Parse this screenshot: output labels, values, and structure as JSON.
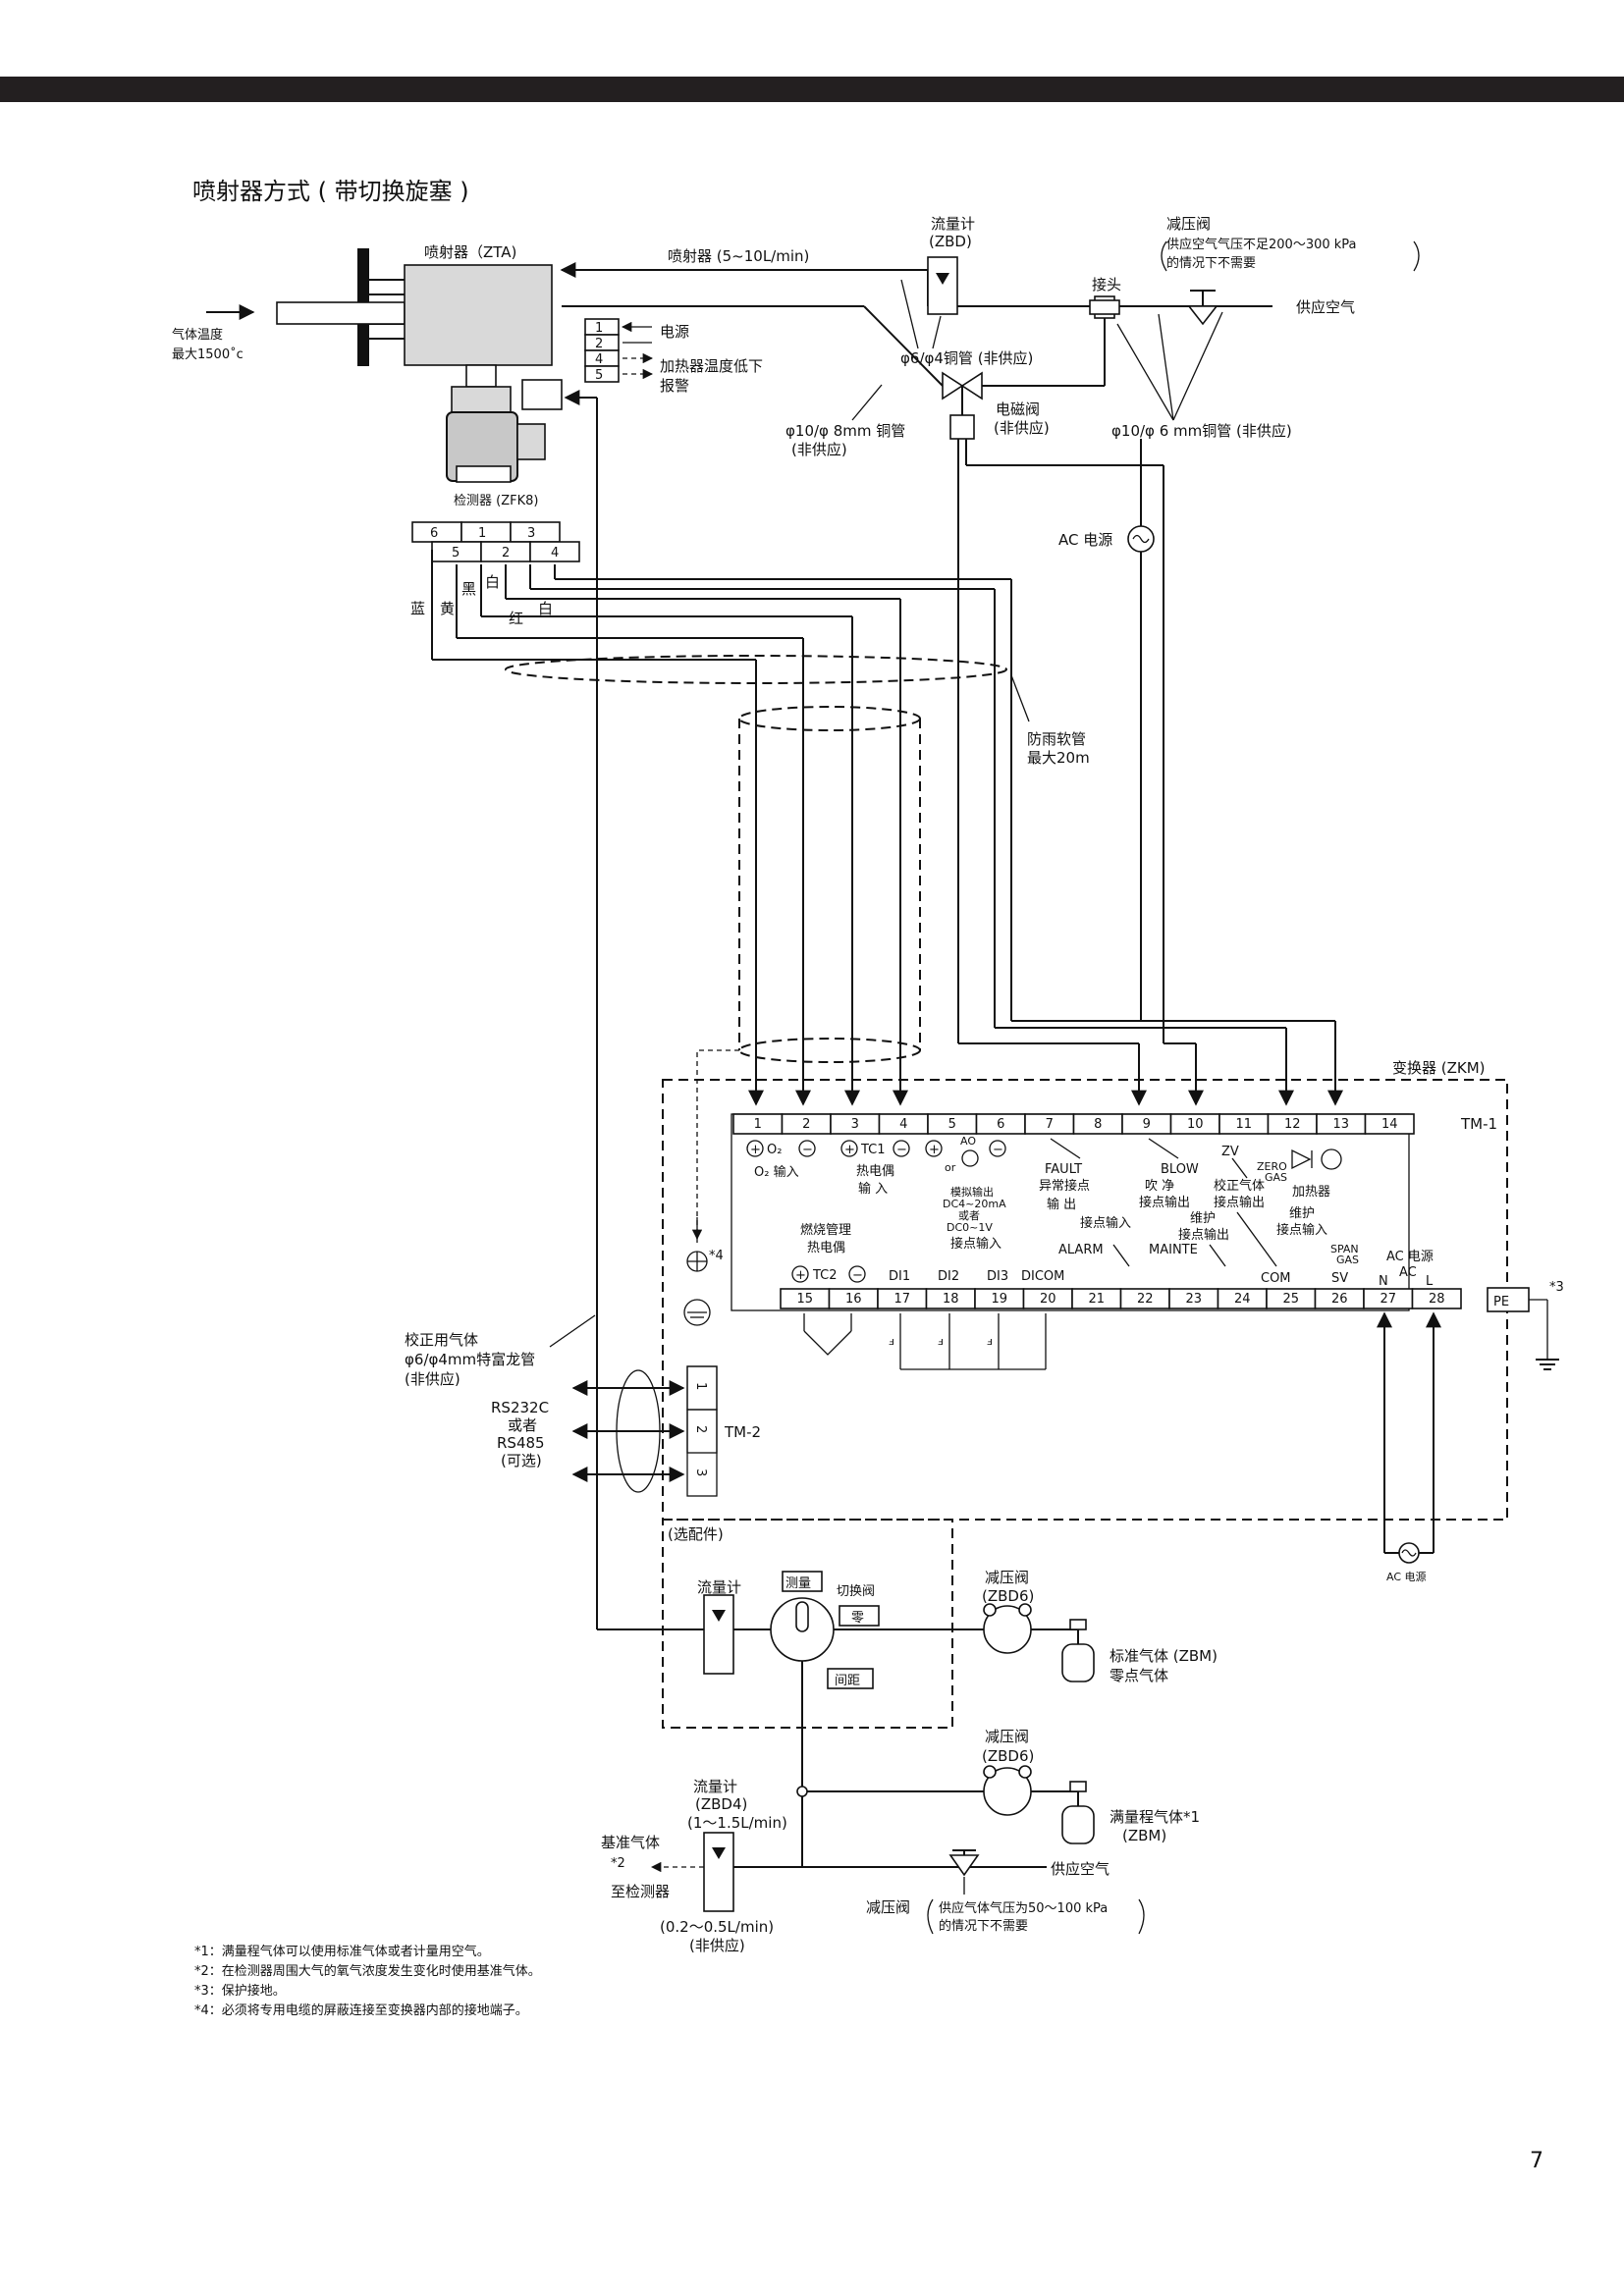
{
  "page": {
    "title": "喷射器方式 ( 带切换旋塞 )",
    "page_number": "7"
  },
  "injector": {
    "label": "喷射器（ZTA)",
    "gas_temp": [
      "气体温度",
      "最大1500˚c"
    ],
    "flow": "喷射器 (5~10L/min)"
  },
  "injector_terminals": {
    "pins": [
      "1",
      "2",
      "4",
      "5"
    ],
    "power": "电源",
    "heater_alarm": [
      "加热器温度低下",
      "报警"
    ]
  },
  "flowmeter_zbd": {
    "label": [
      "流量计",
      "(ZBD)"
    ]
  },
  "reducing_valve_top": {
    "label": [
      "减压阀",
      "供应空气气压不足200～300 kPa",
      "的情况下不需要"
    ]
  },
  "joint": "接头",
  "supply_air": "供应空气",
  "pipes": {
    "p6_4": "φ6/φ4铜管 (非供应)",
    "p10_8": [
      "φ10/φ 8mm 铜管",
      "(非供应)"
    ],
    "p10_6": "φ10/φ 6 mm铜管 (非供应)"
  },
  "solenoid_valve": [
    "电磁阀",
    "(非供应)"
  ],
  "detector": {
    "label": "检测器 (ZFK8)",
    "top_pins": [
      "6",
      "1",
      "3"
    ],
    "bottom_pins": [
      "5",
      "2",
      "4"
    ],
    "wires": {
      "blue": "蓝",
      "yellow": "黄",
      "black": "黑",
      "red": "红",
      "white1": "白",
      "white2": "白"
    }
  },
  "ac_power_top": "AC 电源",
  "hose": [
    "防雨软管",
    "最大20m"
  ],
  "converter": {
    "label": "变换器 (ZKM)",
    "tm1": "TM-1",
    "tm2": "TM-2",
    "option": "(选配件)",
    "pe": "PE",
    "note3": "*3",
    "note4": "*4"
  },
  "tm1_top": [
    "1",
    "2",
    "3",
    "4",
    "5",
    "6",
    "7",
    "8",
    "9",
    "10",
    "11",
    "12",
    "13",
    "14"
  ],
  "tm1_bottom": [
    "15",
    "16",
    "17",
    "18",
    "19",
    "20",
    "21",
    "22",
    "23",
    "24",
    "25",
    "26",
    "27",
    "28"
  ],
  "tm1_labels": {
    "o2_sym": "O₂",
    "o2_in": "O₂ 输入",
    "tc1": "TC1",
    "tc1_in": [
      "热电偶",
      "输 入"
    ],
    "ao": "AO",
    "ao_or": "or",
    "analog": [
      "模拟输出",
      "DC4~20mA",
      "或者",
      "DC0~1V"
    ],
    "contact_in": "接点输入",
    "fault": "FAULT",
    "fault_out": [
      "异常接点",
      "输 出"
    ],
    "blow": "BLOW",
    "blow_out": [
      "吹 净",
      "接点输出"
    ],
    "zv": "ZV",
    "cal_gas": [
      "校正气体",
      "接点输出"
    ],
    "zero_gas": [
      "ZERO",
      "GAS"
    ],
    "heater": "加热器",
    "maint": [
      "维护",
      "接点输出"
    ],
    "maint2": [
      "维护",
      "接点输入"
    ],
    "flue": [
      "燃烧管理",
      "热电偶"
    ],
    "tc2": "TC2",
    "di1": "DI1",
    "di2": "DI2",
    "di3": "DI3",
    "dicom": "DICOM",
    "alarm": "ALARM",
    "mainte": "MAINTE",
    "contact_in2": "接点输入",
    "com": "COM",
    "span_gas": [
      "SPAN",
      "GAS"
    ],
    "sv": "SV",
    "ac": [
      "AC 电源",
      "AC"
    ],
    "n": "N",
    "l": "L"
  },
  "cal_gas_tube": [
    "校正用气体",
    "φ6/φ4mm特富龙管",
    "(非供应)"
  ],
  "rs": [
    "RS232C",
    "或者",
    "RS485",
    "(可选)"
  ],
  "tm2_pins": [
    "1",
    "2",
    "3"
  ],
  "ac_power_bottom": "AC 电源",
  "bottom_unit": {
    "flowmeter": "流量计",
    "measure": "测量",
    "switch_valve": "切换阀",
    "zero": "零",
    "span": "间距",
    "rv1": [
      "减压阀",
      "(ZBD6)"
    ],
    "std_gas": [
      "标准气体 (ZBM)",
      "零点气体"
    ],
    "rv2": [
      "减压阀",
      "(ZBD6)"
    ],
    "span_gas": [
      "满量程气体*1",
      "(ZBM)"
    ],
    "flowmeter2": [
      "流量计",
      "(ZBD4)",
      "(1～1.5L/min)"
    ],
    "ref_gas": [
      "基准气体",
      "*2"
    ],
    "to_detector": "至检测器",
    "flow2": [
      "(0.2～0.5L/min)",
      "(非供应)"
    ],
    "supply_air": "供应空气",
    "rv3": [
      "减压阀",
      "供应气体气压为50～100 kPa",
      "的情况下不需要"
    ]
  },
  "footnotes": [
    "*1：满量程气体可以使用标准气体或者计量用空气。",
    "*2：在检测器周围大气的氧气浓度发生变化时使用基准气体。",
    "*3：保护接地。",
    "*4：必须将专用电缆的屏蔽连接至变换器内部的接地端子。"
  ]
}
